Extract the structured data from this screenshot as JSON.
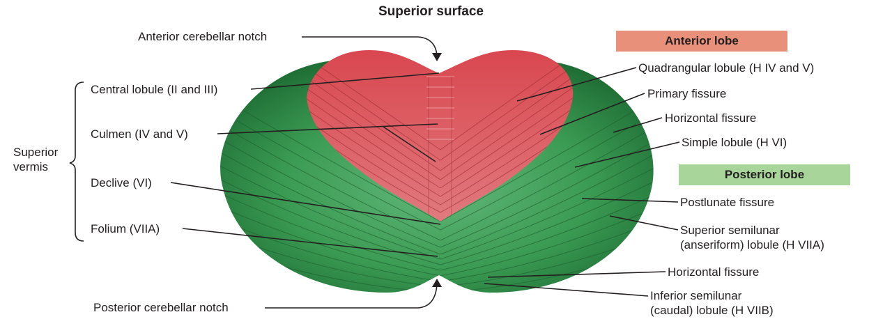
{
  "title": "Superior surface",
  "legend": {
    "anterior_lobe": {
      "label": "Anterior lobe",
      "color": "#e8907a"
    },
    "posterior_lobe": {
      "label": "Posterior lobe",
      "color": "#a8d69a"
    }
  },
  "group_label": {
    "line1": "Superior",
    "line2": "vermis"
  },
  "labels": {
    "anterior_notch": "Anterior cerebellar notch",
    "central_lobule": "Central lobule (II and III)",
    "culmen": "Culmen (IV and V)",
    "declive": "Declive (VI)",
    "folium": "Folium (VIIA)",
    "posterior_notch": "Posterior cerebellar notch",
    "quadrangular": "Quadrangular lobule (H IV and V)",
    "primary_fissure": "Primary fissure",
    "horizontal_fissure_top": "Horizontal fissure",
    "simple_lobule": "Simple lobule (H VI)",
    "postlunate": "Postlunate fissure",
    "sup_semilunar_1": "Superior semilunar",
    "sup_semilunar_2": "(anseriform) lobule (H VIIA)",
    "horizontal_fissure_bottom": "Horizontal fissure",
    "inf_semilunar_1": "Inferior semilunar",
    "inf_semilunar_2": "(caudal) lobule (H VIIB)"
  },
  "colors": {
    "anterior_fill": "#d9565c",
    "posterior_fill": "#3a9a52",
    "posterior_dark": "#1f6e35"
  }
}
